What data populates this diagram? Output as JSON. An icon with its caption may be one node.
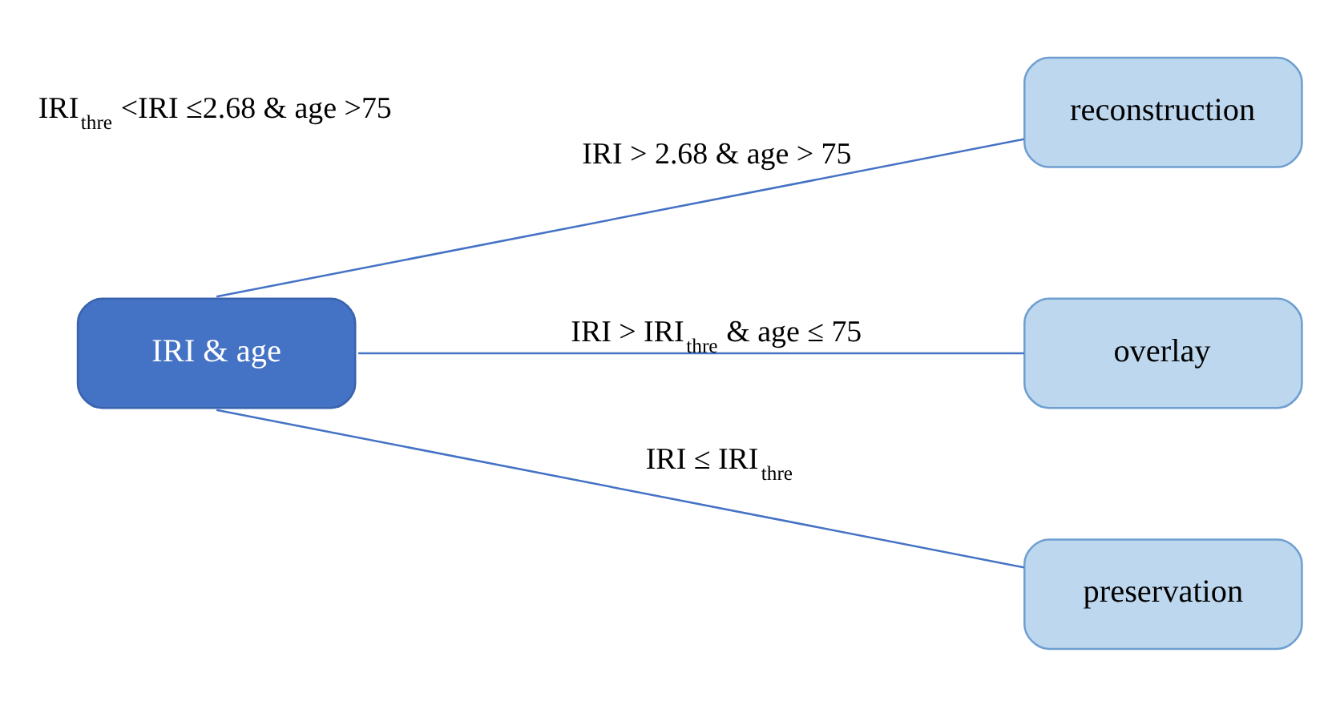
{
  "diagram": {
    "nodes": [
      {
        "text": [
          "IRI & age"
        ]
      },
      {
        "text": [
          "reconstruction"
        ]
      },
      {
        "text": [
          "overlay"
        ]
      },
      {
        "text": [
          "preservation"
        ]
      }
    ],
    "edges": [
      {
        "from": 0,
        "to": 1,
        "arrow": "none",
        "label": "IRI > 2.68 & age > 75"
      },
      {
        "from": 0,
        "to": 2,
        "arrow": "none",
        "label": "IRI > IRI$_{thre}$ & age ≤ 75"
      },
      {
        "from": 0,
        "to": 3,
        "arrow": "none",
        "label": "IRI ≤ IRI$_{thre}$"
      }
    ],
    "labels": [
      "IRI$_{thre}$ <IRI ≤2.68 & age >75"
    ]
  }
}
